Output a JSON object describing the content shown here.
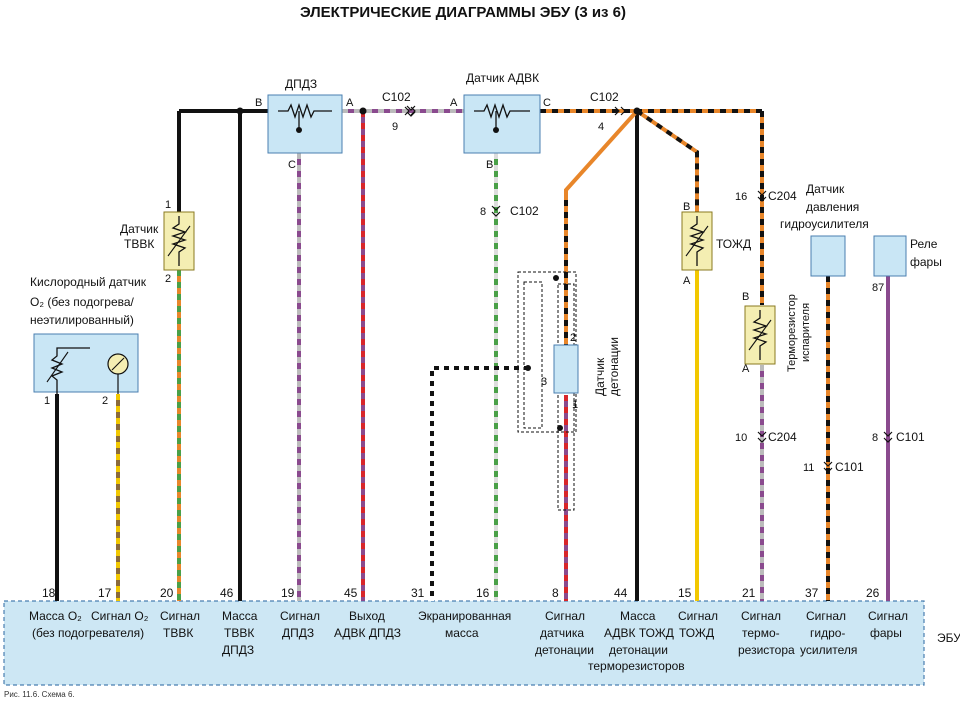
{
  "title": "ЭЛЕКТРИЧЕСКИЕ ДИАГРАММЫ ЭБУ (3 из 6)",
  "caption": "Рис. 11.6. Схема 6.",
  "ecu_label": "ЭБУ",
  "components": {
    "dpdz": "ДПДЗ",
    "adbk": "Датчик АДВК",
    "tvvk_1": "Датчик",
    "tvvk_2": "ТВВК",
    "o2_1": "Кислородный датчик",
    "o2_2": "O₂ (без подогрева/",
    "o2_3": "неэтилированный)",
    "knock_1": "Датчик",
    "knock_2": "детонации",
    "tozh": "ТОЖД",
    "evap_1": "Терморезистор",
    "evap_2": "испарителя",
    "ps_1": "Датчик",
    "ps_2": "давления",
    "ps_3": "гидроусилителя",
    "relay_1": "Реле",
    "relay_2": "фары"
  },
  "connectors": {
    "c102_a": "C102",
    "c102_a_pin": "9",
    "c102_b": "C102",
    "c102_b_pin": "4",
    "c102_c": "C102",
    "c102_c_pin": "8",
    "c204_a": "C204",
    "c204_a_pin": "16",
    "c204_b": "C204",
    "c204_b_pin": "10",
    "c101_a": "C101",
    "c101_a_pin": "11",
    "c101_b": "C101",
    "c101_b_pin": "8",
    "relay_pin": "87"
  },
  "pins": {
    "dpdz_b": "B",
    "dpdz_a": "A",
    "dpdz_c": "C",
    "adbk_a": "A",
    "adbk_c": "C",
    "adbk_b": "B",
    "tvvk_1": "1",
    "tvvk_2": "2",
    "o2_1": "1",
    "o2_2": "2",
    "tozh_b": "B",
    "tozh_a": "A",
    "evap_b": "B",
    "evap_a": "A",
    "knock_2": "2",
    "knock_3": "3",
    "knock_1": "1"
  },
  "ecu_pins": [
    {
      "num": "18",
      "l1": "Масса O₂",
      "l2": "(без подогревателя)",
      "l3": ""
    },
    {
      "num": "17",
      "l1": "Сигнал O₂",
      "l2": "",
      "l3": ""
    },
    {
      "num": "20",
      "l1": "Сигнал",
      "l2": "ТВВК",
      "l3": ""
    },
    {
      "num": "46",
      "l1": "Масса",
      "l2": "ТВВК",
      "l3": "ДПДЗ"
    },
    {
      "num": "19",
      "l1": "Сигнал",
      "l2": "ДПДЗ",
      "l3": ""
    },
    {
      "num": "45",
      "l1": "Выход",
      "l2": "АДВК ДПДЗ",
      "l3": ""
    },
    {
      "num": "31",
      "l1": "Экранированная",
      "l2": "масса",
      "l3": ""
    },
    {
      "num": "16",
      "l1": "",
      "l2": "",
      "l3": ""
    },
    {
      "num": "8",
      "l1": "Сигнал",
      "l2": "датчика",
      "l3": "детонации"
    },
    {
      "num": "44",
      "l1": "Масса",
      "l2": "АДВК ТОЖД",
      "l3": "детонации",
      "l4": "терморезисторов"
    },
    {
      "num": "15",
      "l1": "Сигнал",
      "l2": "ТОЖД",
      "l3": ""
    },
    {
      "num": "21",
      "l1": "Сигнал",
      "l2": "термо-",
      "l3": "резистора"
    },
    {
      "num": "37",
      "l1": "Сигнал",
      "l2": "гидро-",
      "l3": "усилителя"
    },
    {
      "num": "26",
      "l1": "Сигнал",
      "l2": "фары",
      "l3": ""
    }
  ],
  "colors": {
    "ecu_fill": "#cde7f4",
    "component_fill": "#c9e6f5",
    "sensor_yellow": "#f4eeb2",
    "orange": "#e8862a",
    "green": "#4aa048",
    "purple": "#8a4a8e",
    "red": "#d8262a",
    "yellow_wire": "#f2c800",
    "black": "#111111"
  }
}
